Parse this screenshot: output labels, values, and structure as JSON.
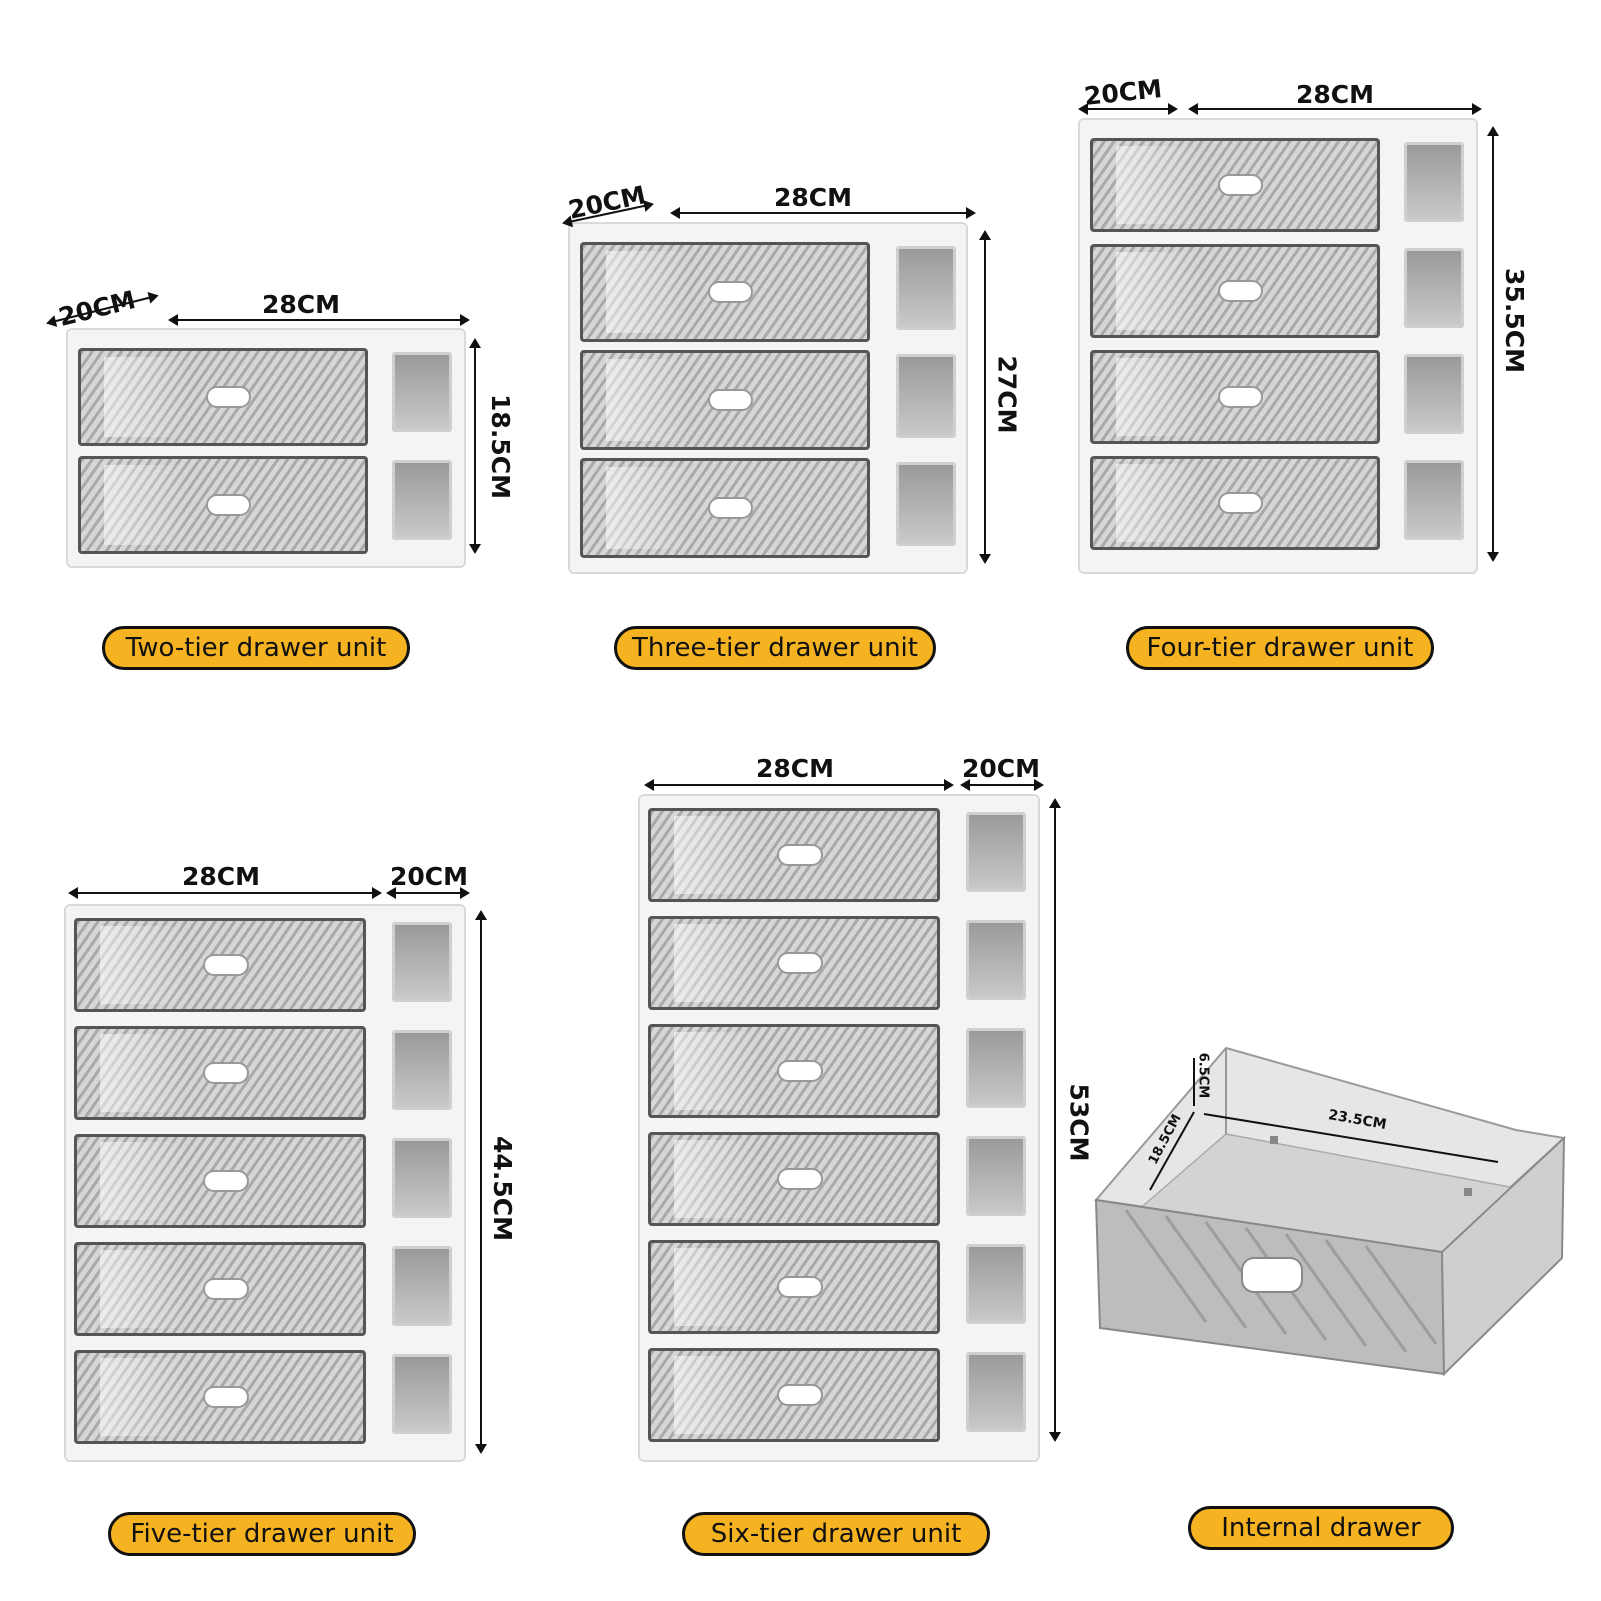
{
  "units": [
    {
      "id": "two",
      "label": "Two-tier drawer unit",
      "tiers": 2,
      "width": "28CM",
      "depth": "20CM",
      "height": "18.5CM"
    },
    {
      "id": "three",
      "label": "Three-tier drawer unit",
      "tiers": 3,
      "width": "28CM",
      "depth": "20CM",
      "height": "27CM"
    },
    {
      "id": "four",
      "label": "Four-tier drawer unit",
      "tiers": 4,
      "width": "28CM",
      "depth": "20CM",
      "height": "35.5CM"
    },
    {
      "id": "five",
      "label": "Five-tier drawer unit",
      "tiers": 5,
      "width": "28CM",
      "depth": "20CM",
      "height": "44.5CM"
    },
    {
      "id": "six",
      "label": "Six-tier drawer unit",
      "tiers": 6,
      "width": "28CM",
      "depth": "20CM",
      "height": "53CM"
    }
  ],
  "internal_drawer": {
    "label": "Internal drawer",
    "height": "6.5CM",
    "depth": "18.5CM",
    "width": "23.5CM"
  },
  "colors": {
    "badge": "#f6b321",
    "frame": "#f4f4f4",
    "drawer_dark": "#a9a9a9"
  }
}
